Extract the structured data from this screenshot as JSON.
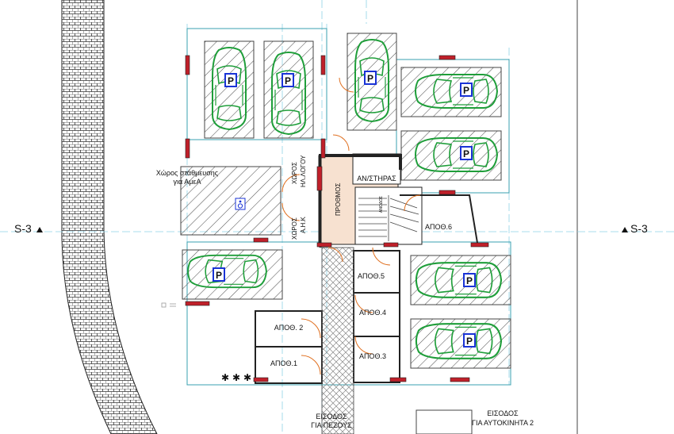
{
  "section_marks": {
    "left": "S-3",
    "right": "S-3"
  },
  "labels": {
    "accessible_parking": "Χώρος στάθμευσης",
    "accessible_parking_2": "για ΑμεΑ",
    "control_room": "ΧΩΡΟΣ",
    "control_room_2": "ΗΛ.ΛΟΓΟΥ",
    "ahk_room": "ΧΩΡΟΣ",
    "ahk_room_2": "Α.Η.Κ",
    "lobby": "ΠΡΟΘΜΟΣ",
    "elevator": "ΑΝ/ΣΤΗΡΑΣ",
    "up": "ΑΝΟΔΟΣ"
  },
  "storerooms": [
    "ΑΠΟΘ.1",
    "ΑΠΟΘ. 2",
    "ΑΠΟΘ.3",
    "ΑΠΟΘ.4",
    "ΑΠΟΘ.5",
    "ΑΠΟΘ.6"
  ],
  "entrances": {
    "pedestrian": "ΕΙΣΟΔΟΣ",
    "pedestrian_2": "ΓΙΑ ΠΕΖΟΥΣ",
    "car": "ΕΙΣΟΔΟΣ",
    "car_2": "ΓΙΑ ΑΥΤΟΚΙΝΗΤΑ 2"
  },
  "parking_symbol": "P",
  "colors": {
    "wall": "#222222",
    "grid": "#8fd3e6",
    "car": "#1f9e3a",
    "parking_sign": "#1a33d6",
    "door": "#e07020",
    "core": "#f7e1d0",
    "column": "#c0202a"
  }
}
